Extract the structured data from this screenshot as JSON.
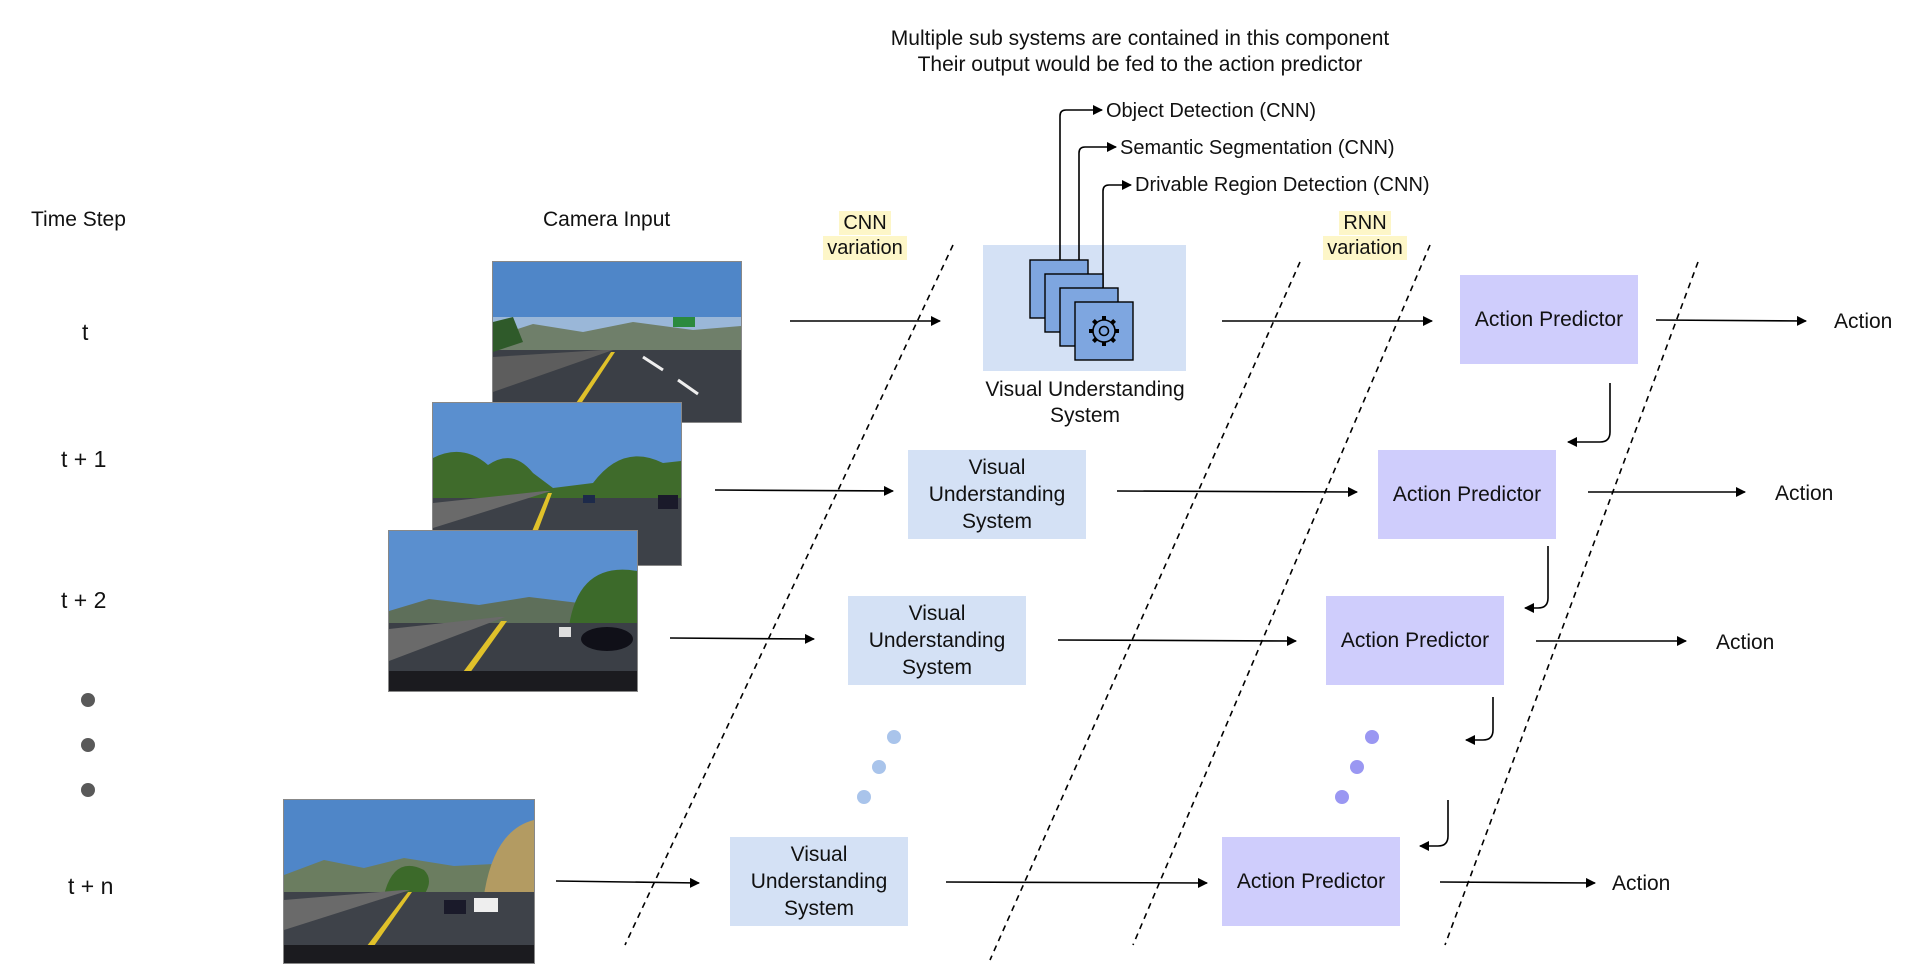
{
  "header": {
    "note_line1": "Multiple sub systems are contained in this component",
    "note_line2": "Their output would be fed to the action predictor"
  },
  "subsystems": [
    "Object Detection (CNN)",
    "Semantic Segmentation (CNN)",
    "Drivable Region Detection (CNN)"
  ],
  "columns": {
    "time_step": "Time Step",
    "camera_input": "Camera Input",
    "cnn_variation_line1": "CNN",
    "cnn_variation_line2": "variation",
    "rnn_variation_line1": "RNN",
    "rnn_variation_line2": "variation"
  },
  "rows": [
    {
      "time": "t",
      "vus_line1": "Visual Understanding",
      "vus_line2": "System",
      "predictor": "Action Predictor",
      "output": "Action"
    },
    {
      "time": "t + 1",
      "vus_line1": "Visual",
      "vus_line2": "Understanding",
      "vus_line3": "System",
      "predictor": "Action Predictor",
      "output": "Action"
    },
    {
      "time": "t + 2",
      "vus_line1": "Visual",
      "vus_line2": "Understanding",
      "vus_line3": "System",
      "predictor": "Action Predictor",
      "output": "Action"
    },
    {
      "time": "t + n",
      "vus_line1": "Visual",
      "vus_line2": "Understanding",
      "vus_line3": "System",
      "predictor": "Action Predictor",
      "output": "Action"
    }
  ],
  "colors": {
    "vus_fill": "#d4e1f5",
    "predictor_fill": "#cfcdfc",
    "layer_fill": "#7ea6e0",
    "dot_gray": "#595959",
    "dot_blue": "#a9c4eb",
    "dot_purple": "#9a97f2",
    "highlight": "#fdf6c8"
  },
  "icons": [
    "gear-icon",
    "arrow-icon",
    "ellipsis-dots"
  ]
}
